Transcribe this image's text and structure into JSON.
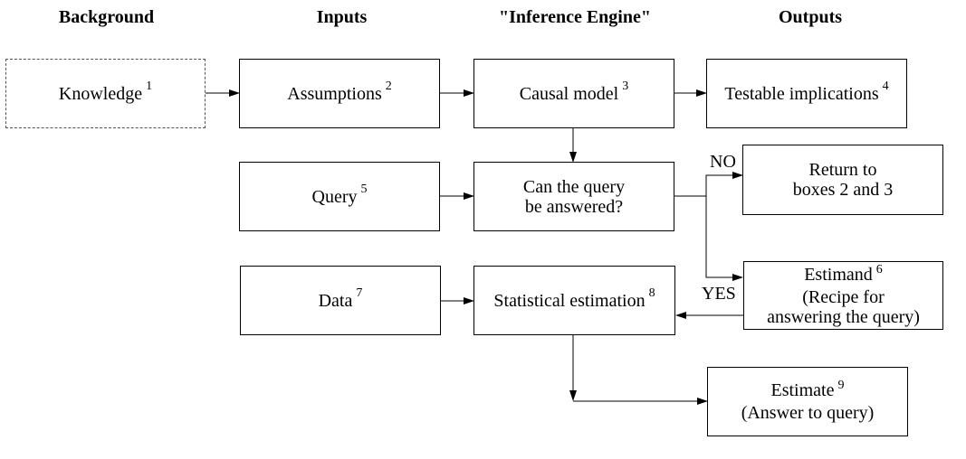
{
  "headers": {
    "background": "Background",
    "inputs": "Inputs",
    "engine": "\"Inference Engine\"",
    "outputs": "Outputs"
  },
  "boxes": {
    "knowledge": {
      "label": "Knowledge",
      "num": "1"
    },
    "assumptions": {
      "label": "Assumptions",
      "num": "2"
    },
    "causal_model": {
      "label": "Causal model",
      "num": "3"
    },
    "testable": {
      "label": "Testable implications",
      "num": "4"
    },
    "query": {
      "label": "Query",
      "num": "5"
    },
    "can_answer": {
      "line1": "Can the query",
      "line2": "be answered?"
    },
    "return_to": {
      "line1": "Return to",
      "line2": "boxes 2 and 3"
    },
    "estimand": {
      "label": "Estimand",
      "num": "6",
      "line2": "(Recipe for",
      "line3": "answering the query)"
    },
    "data": {
      "label": "Data",
      "num": "7"
    },
    "stat_est": {
      "label": "Statistical estimation",
      "num": "8"
    },
    "estimate": {
      "label": "Estimate",
      "num": "9",
      "line2": "(Answer to query)"
    }
  },
  "edge_labels": {
    "no": "NO",
    "yes": "YES"
  }
}
